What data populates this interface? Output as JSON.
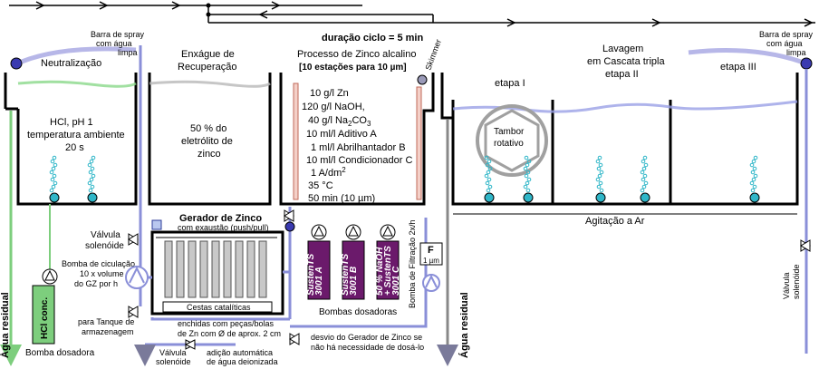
{
  "header": {
    "cycle_label": "duração ciclo = 5 min"
  },
  "spray_left": {
    "line1": "Barra de spray",
    "line2": "com água",
    "line3": "limpa"
  },
  "spray_right": {
    "line1": "Barra de spray",
    "line2": "com água",
    "line3": "limpa"
  },
  "tanks": {
    "neutralization": {
      "title": "Neutralização",
      "content": [
        "HCl, pH 1",
        "temperatura ambiente",
        "20 s"
      ]
    },
    "recovery_rinse": {
      "title": [
        "Enxágue de",
        "Recuperação"
      ],
      "content": [
        "50 % do",
        "eletrólito de",
        "zinco"
      ]
    },
    "alkaline_zinc": {
      "title": "Processo de Zinco alcalino",
      "subtitle": "[10 estações para 10 µm]",
      "skimmer": "Skimmer",
      "params": [
        "10 g/l Zn",
        "120 g/l NaOH,",
        "40 g/l Na",
        "10 ml/l Aditivo A",
        "1 ml/l Abrilhantador B",
        "10 ml/l Condicionador C",
        "1 A/dm",
        "35 °C",
        "50 min (10 µm)"
      ],
      "na2co3_sub": "2",
      "na2co3_tail": "CO",
      "na2co3_sub2": "3",
      "current_sup": "2"
    },
    "cascade": {
      "title": [
        "Lavagem",
        "em Cascata tripla"
      ],
      "stage1": "etapa I",
      "stage2": "etapa II",
      "stage3": "etapa III",
      "drum": [
        "Tambor",
        "rotativo"
      ],
      "agitation": "Agitação a Ar"
    }
  },
  "generator": {
    "title": "Gerador de Zinco",
    "subtitle": "com exaustão (push/pull)",
    "baskets": "Cestas catalíticas",
    "fill_note": [
      "enchidas com peças/bolas",
      "de Zn com Ø de aprox. 2 cm"
    ]
  },
  "left_side": {
    "solenoid": [
      "Válvula",
      "solenóide"
    ],
    "circ_pump": [
      "Bomba de ciculação",
      "10 x volume",
      "do GZ por h"
    ],
    "storage": [
      "para Tanque de",
      "armazenagem"
    ],
    "hcl": "HCl conc.",
    "dosing_pump": "Bomba dosadora",
    "waste_left": "Água residual",
    "bottom_solenoid": [
      "Válvula",
      "solenóide"
    ],
    "auto_water": [
      "adição automática",
      "de água deionizada"
    ]
  },
  "dosing": {
    "products": [
      {
        "lines": [
          "SustenTS",
          "3001 A"
        ]
      },
      {
        "lines": [
          "SustenTS",
          "3001 B"
        ]
      },
      {
        "lines": [
          "50 % NaOH",
          "+ SustenTS",
          "3001 C"
        ]
      }
    ],
    "label": "Bombas dosadoras",
    "filter_pump": "Bomba de Filtração 2x/h",
    "filter_letter": "F",
    "filter_size": "1 µm",
    "bypass": [
      "desvio do Gerador de Zinco se",
      "não há necessidade de dosá-lo"
    ]
  },
  "right_side": {
    "waste_right": "Água residual",
    "solenoid": [
      "Válvula",
      "solenóide"
    ]
  },
  "colors": {
    "water_blue": "#8a8fd8",
    "waste_green": "#7dce7d",
    "purple": "#6b1a6b",
    "bubble": "#2fb6c8"
  }
}
